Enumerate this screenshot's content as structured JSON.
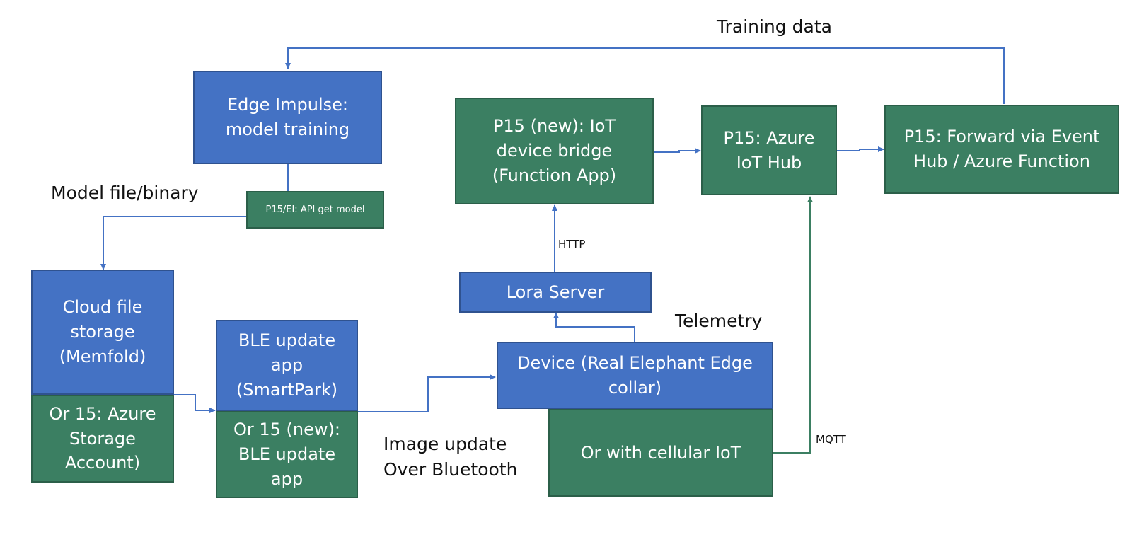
{
  "nodes": {
    "edge_impulse": "Edge Impulse:\nmodel training",
    "api_get_model": "P15/EI: API get model",
    "device_bridge": "P15 (new): IoT\ndevice bridge\n(Function App)",
    "iot_hub": "P15: Azure\nIoT Hub",
    "forward": "P15: Forward via Event\nHub / Azure Function",
    "cloud_storage": "Cloud file\nstorage\n(Memfold)",
    "azure_storage": "Or 15: Azure\nStorage\nAccount)",
    "ble_app": "BLE update\napp\n(SmartPark)",
    "ble_app_new": "Or 15 (new):\nBLE update\napp",
    "lora_server": "Lora Server",
    "device": "Device (Real Elephant Edge\ncollar)",
    "cellular": "Or with cellular IoT"
  },
  "labels": {
    "training_data": "Training data",
    "model_file": "Model file/binary",
    "http": "HTTP",
    "telemetry": "Telemetry",
    "image_update": "Image update\nOver Bluetooth",
    "mqtt": "MQTT"
  },
  "colors": {
    "blue": "#4472c4",
    "green": "#3b7f62",
    "arrow_blue": "#4472c4",
    "arrow_green": "#3b7f62"
  }
}
